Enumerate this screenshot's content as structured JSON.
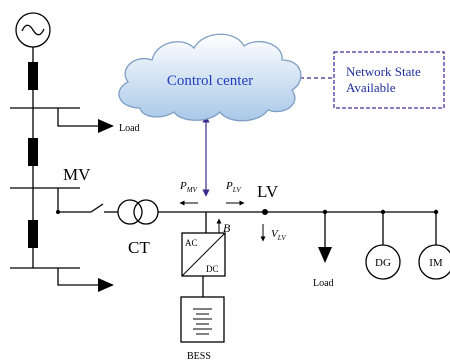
{
  "labels": {
    "control_center": "Control center",
    "network_state_line1": "Network State",
    "network_state_line2": "Available",
    "load_top": "Load",
    "load_bottom": "Load",
    "mv": "MV",
    "lv": "LV",
    "ct": "CT",
    "ac": "AC",
    "dc": "DC",
    "bess": "BESS",
    "dg": "DG",
    "im": "IM",
    "p": "P",
    "p_mv_sub": "MV",
    "p_lv_sub": "LV",
    "b": "B",
    "v": "V",
    "v_lv_sub": "LV"
  },
  "colors": {
    "line": "#000000",
    "comm_link": "#3b2a8a",
    "cloud_fill_top": "#ffffff",
    "cloud_fill_bottom": "#a9c8e8",
    "cloud_stroke": "#7e9ec4",
    "control_text": "#1f3fbf",
    "network_text": "#1f2f9f",
    "network_border": "#4a2f9a"
  }
}
